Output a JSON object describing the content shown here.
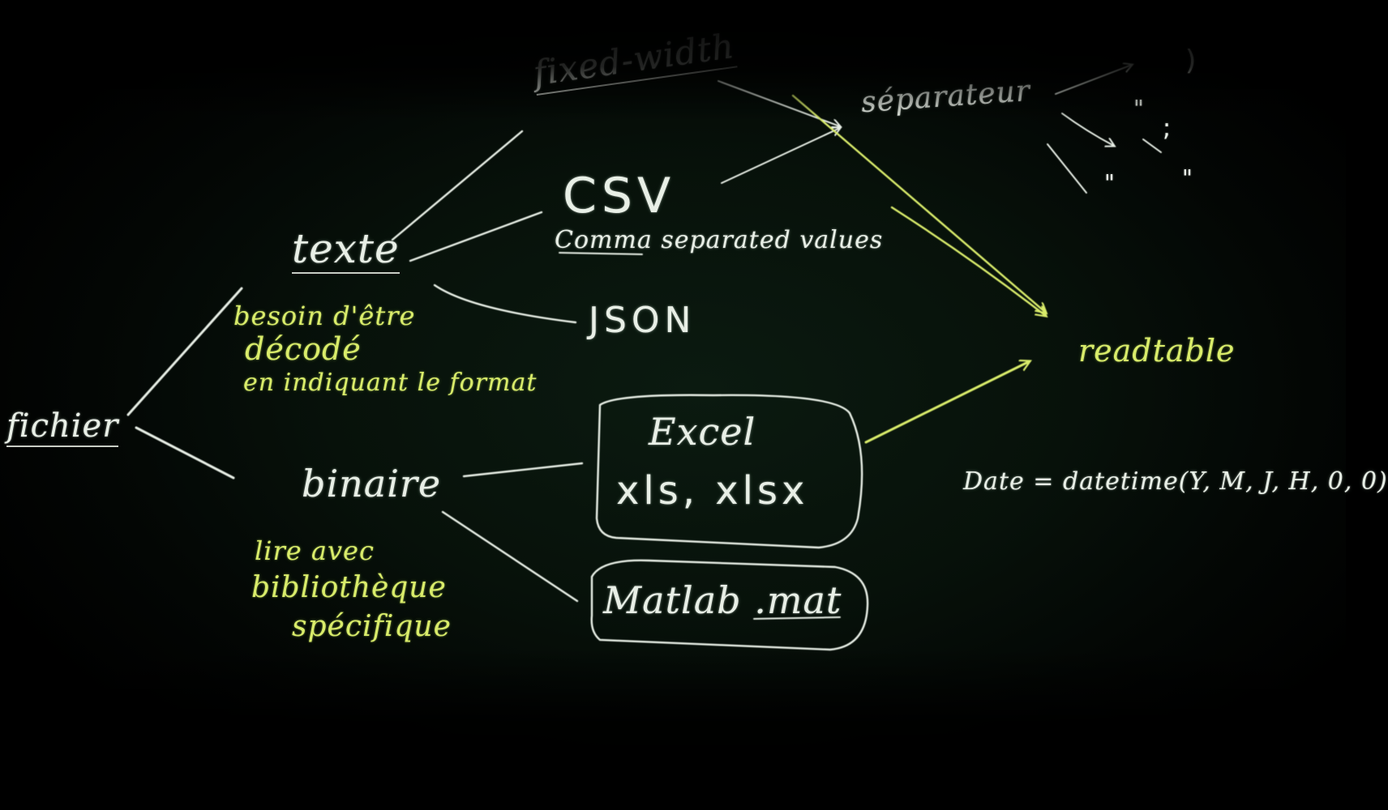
{
  "nodes": {
    "fichier": "fichier",
    "texte": "texte",
    "binaire": "binaire",
    "fixed_width": "fixed-width",
    "csv": "CSV",
    "csv_full": "Comma separated values",
    "json": "JSON",
    "excel": "Excel",
    "xls": "xls, xlsx",
    "matlab": "Matlab .mat",
    "separateur": "séparateur",
    "readtable": "readtable",
    "date": "Date = datetime(Y, M, J, H, 0, 0)"
  },
  "annotations": {
    "texte": [
      "besoin d'être",
      "décodé",
      "en indiquant le format"
    ],
    "binaire": [
      "lire avec",
      "bibliothèque",
      "spécifique"
    ]
  },
  "separator_examples": [
    ")",
    "\"",
    ";",
    "\"",
    "\""
  ],
  "colors": {
    "board": "#07110a",
    "chalk_white": "#e8efe6",
    "chalk_yellow": "#d9ec6a"
  }
}
